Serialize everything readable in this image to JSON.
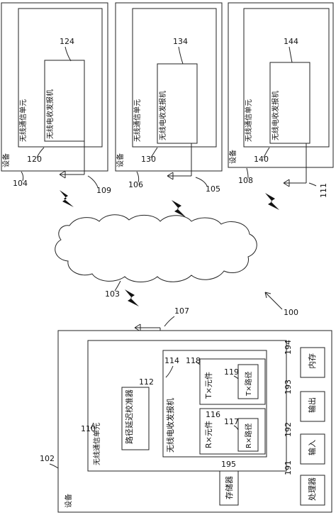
{
  "figure_ref": "100",
  "network": {
    "link_refs": [
      "103"
    ]
  },
  "top_devices": [
    {
      "device_label": "设备",
      "device_ref": "104",
      "unit_label": "无线通信单元",
      "unit_ref": "120",
      "transceiver_label": "无线电收发报机",
      "transceiver_ref": "124",
      "antenna_ref": "109"
    },
    {
      "device_label": "设备",
      "device_ref": "106",
      "unit_label": "无线通信单元",
      "unit_ref": "130",
      "transceiver_label": "无线电收发报机",
      "transceiver_ref": "134",
      "antenna_ref": "105"
    },
    {
      "device_label": "设备",
      "device_ref": "108",
      "unit_label": "无线通信单元",
      "unit_ref": "140",
      "transceiver_label": "无线电收发报机",
      "transceiver_ref": "144",
      "antenna_ref": "111"
    }
  ],
  "main_device": {
    "device_label": "设备",
    "device_ref": "102",
    "antenna_ref": "107",
    "unit_label": "无线通信单元",
    "unit_ref": "110",
    "calibrator_label": "路径延迟校准器",
    "calibrator_ref": "112",
    "transceiver_label": "无线电收发报机",
    "transceiver_ref": "114",
    "rx_element_label": "R×元件",
    "rx_element_ref": "116",
    "rx_path_label": "R×路径",
    "rx_path_ref": "117",
    "tx_element_label": "T×元件",
    "tx_element_ref": "118",
    "tx_path_label": "T×路径",
    "tx_path_ref": "119",
    "storage_label": "存储器",
    "storage_ref": "195",
    "processor_label": "处理器",
    "processor_ref": "191",
    "input_label": "输入",
    "input_ref": "192",
    "output_label": "输出",
    "output_ref": "193",
    "memory_label": "内存",
    "memory_ref": "194"
  }
}
